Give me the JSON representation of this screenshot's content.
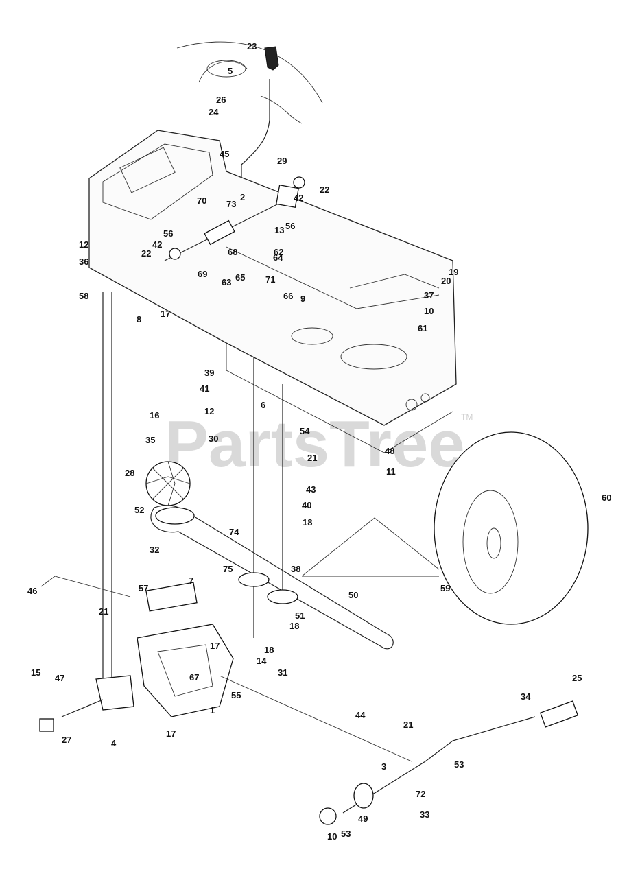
{
  "watermark": {
    "text": "PartsTree",
    "trademark": "TM"
  },
  "callouts": [
    "1",
    "2",
    "3",
    "4",
    "5",
    "6",
    "7",
    "8",
    "9",
    "10",
    "10",
    "11",
    "12",
    "12",
    "13",
    "14",
    "15",
    "16",
    "17",
    "17",
    "17",
    "18",
    "18",
    "18",
    "19",
    "20",
    "21",
    "21",
    "21",
    "22",
    "22",
    "23",
    "24",
    "25",
    "26",
    "27",
    "28",
    "29",
    "30",
    "31",
    "32",
    "33",
    "34",
    "35",
    "36",
    "37",
    "38",
    "39",
    "40",
    "41",
    "42",
    "42",
    "43",
    "44",
    "45",
    "46",
    "47",
    "48",
    "49",
    "50",
    "51",
    "52",
    "53",
    "53",
    "54",
    "55",
    "56",
    "56",
    "57",
    "58",
    "59",
    "60",
    "61",
    "62",
    "63",
    "64",
    "65",
    "66",
    "67",
    "68",
    "69",
    "70",
    "71",
    "72",
    "73",
    "74",
    "75"
  ],
  "colors": {
    "ink": "#111111",
    "watermark": "#d9d9d9",
    "background": "#ffffff"
  }
}
